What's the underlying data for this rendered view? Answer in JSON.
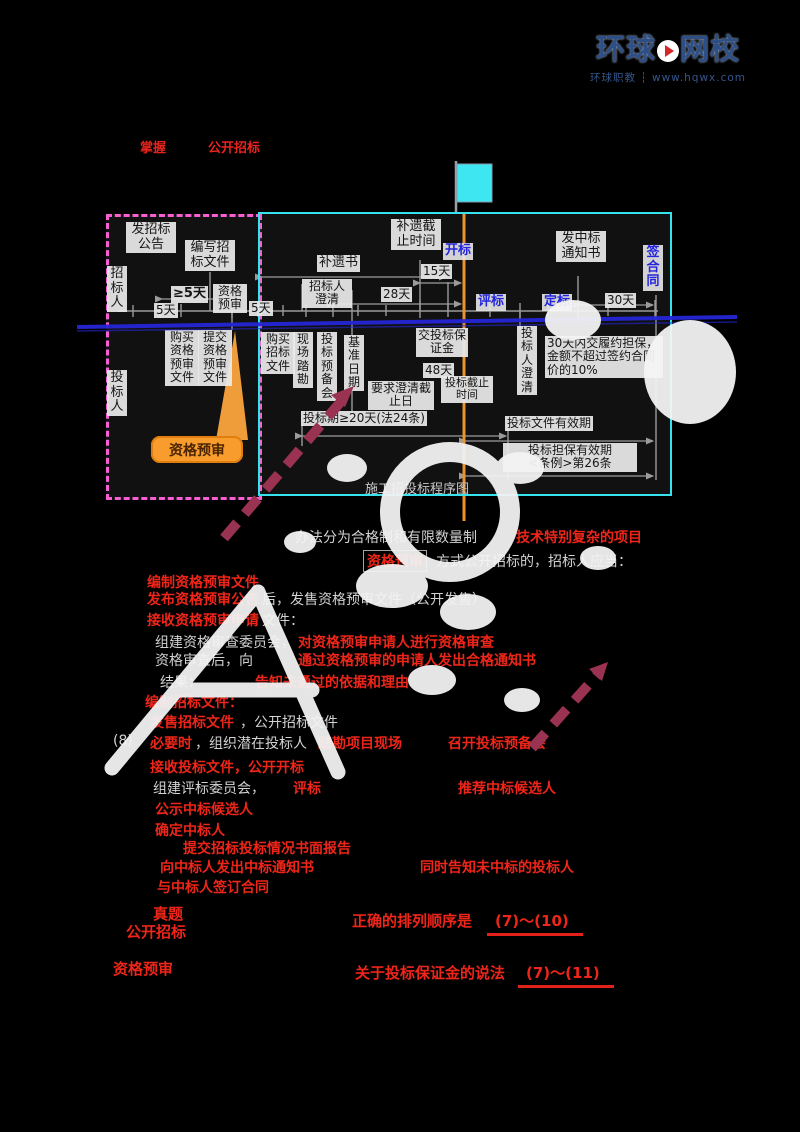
{
  "logo": {
    "brand_left": "环球",
    "brand_right": "网校",
    "tagline": "环球职教 ┆ www.hqwx.com"
  },
  "heading": {
    "badge": "掌握",
    "title": "公开招标"
  },
  "diagram": {
    "caption": "施工招投标程序图",
    "left": {
      "announce": "发招标公告",
      "draft": "编写招标文件",
      "tenderer": "招标人",
      "ge5": "≥5天",
      "d5a": "5天",
      "prequal_small": "资格预审",
      "d5b": "5天",
      "bidder": "投标人",
      "buy_prequal": "购买资格预审文件",
      "submit_prequal": "提交资格预审文件",
      "prequal_callout": "资格预审"
    },
    "mid": {
      "supp_deadline": "补遗截止时间",
      "bid_opening": "开标",
      "supplement": "补遗书",
      "d15": "15天",
      "clarify": "招标人澄清",
      "d28": "28天",
      "buy_docs": "购买招标文件",
      "site_visit": "现场踏勘",
      "prebid": "投标预备会",
      "base_date": "基准日期",
      "clarify_deadline": "要求澄清截止日",
      "bond": "交投标保证金",
      "d48": "48天",
      "submit_deadline": "投标截止时间",
      "bid_period": "投标期≥20天(法24条)",
      "validity": "投标文件有效期",
      "guarantee1": "投标担保有效期",
      "guarantee2": "<条例>第26条"
    },
    "right": {
      "award_notice": "发中标通知书",
      "evaluate": "评标",
      "decide": "定标",
      "d30": "30天",
      "sign": "签合同",
      "bidder_clarify": "投标人澄清",
      "performance": "30天内交履约担保，金额不超过签约合同价的10%"
    }
  },
  "notes": {
    "l1g": "办法分为合格制和有限数量制",
    "l1r": "技术特别复杂的项目",
    "l2r": "资格预审",
    "l2g": "方式公开招标的，招标人应当：",
    "l3r": "编制资格预审文件",
    "l4r": "发布资格预审公告",
    "l4g": "后，发售资格预审文件（公开发售）",
    "l5r": "接收资格预审申请",
    "l5g": "文件：",
    "l6g": "组建资格审查委员会，",
    "l6r": "对资格预审申请人进行资格审查",
    "l7g": "资格审查后，向",
    "l7r": "通过资格预审的申请人发出合格通知书",
    "l8g": "结果：",
    "l8r": "告知未通过的依据和理由",
    "l9r": "编制招标文件：",
    "l10r": "发售招标文件",
    "l10g": "，公开招标文件",
    "l11n": "(8)",
    "l11r1": "必要时",
    "l11g": "，组织潜在投标人",
    "l11r2": "踏勘项目现场",
    "l11r3": "召开投标预备会",
    "l12r": "接收投标文件，公开开标",
    "l13g": "组建评标委员会，",
    "l13r1": "评标",
    "l13r2": "推荐中标候选人",
    "l14r": "公示中标候选人",
    "l15r": "确定中标人",
    "l16r": "提交招标投标情况书面报告",
    "l17r1": "向中标人发出中标通知书",
    "l17r2": "同时告知未中标的投标人",
    "l18r": "与中标人签订合同"
  },
  "exam": {
    "r1_tag1": "真题",
    "r1_tag2": "公开招标",
    "r1_q": "正确的排列顺序是",
    "r1_a": "(7)～(10)",
    "r2_tag": "资格预审",
    "r2_q": "关于投标保证金的说法",
    "r2_a": "(7)～(11)"
  },
  "colors": {
    "accent_cyan": "#35e2ee",
    "accent_pink": "#f95fd2",
    "accent_orange": "#f39123",
    "axis_blue": "#2626d8",
    "note_red": "#ee2519",
    "annotation_maroon": "#9a3352"
  }
}
